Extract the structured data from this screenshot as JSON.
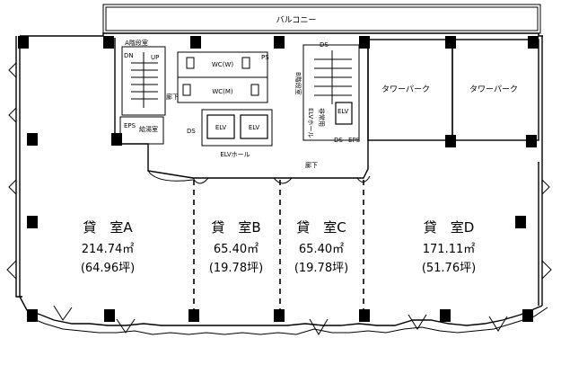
{
  "balcony": "バルコニー",
  "rooms": [
    {
      "name": "貸　室A",
      "area": "214.74㎡",
      "tsubo": "(64.96坪)"
    },
    {
      "name": "貸　室B",
      "area": "65.40㎡",
      "tsubo": "(19.78坪)"
    },
    {
      "name": "貸　室C",
      "area": "65.40㎡",
      "tsubo": "(19.78坪)"
    },
    {
      "name": "貸　室D",
      "area": "171.11㎡",
      "tsubo": "(51.76坪)"
    }
  ],
  "tower_park": [
    "タワーパーク",
    "タワーパーク"
  ],
  "core": {
    "stair_a": "A階段室",
    "stair_b": "B階段室",
    "dn": "DN",
    "up": "UP",
    "wc_w": "WC(W)",
    "wc_m": "WC(M)",
    "ps": "PS",
    "ds": "DS",
    "elv": "ELV",
    "elv_hall_bottom": "ELVホール",
    "elv_hall_vertical": "ELVホール",
    "hallway": "廊下",
    "freight": "非常用",
    "emergency_elv": "非常用ELV",
    "eps": "EPS",
    "kitchen": "給湯室"
  }
}
